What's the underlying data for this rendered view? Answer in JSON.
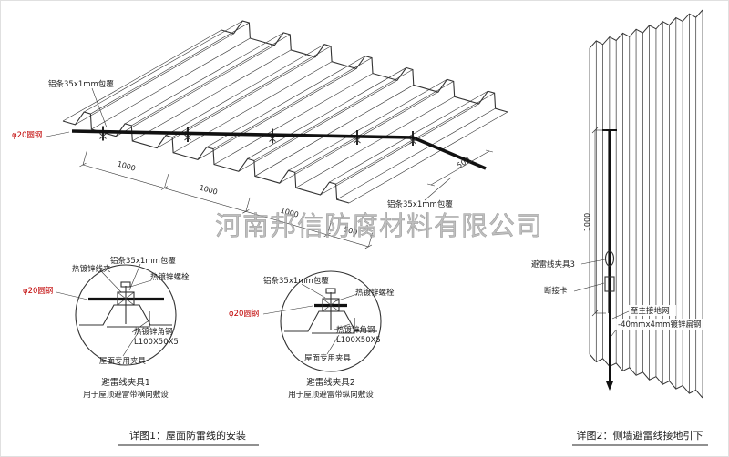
{
  "company_watermark": "河南邦信防腐材料有限公司",
  "figure1": {
    "caption": "详图1：屋面防雷线的安装",
    "labels": {
      "alu_strip_top": "铝条35x1mm包覆",
      "alu_strip_right": "铝条35x1mm包覆",
      "round_steel": "φ20圆钢"
    },
    "dimensions": {
      "d1": "1000",
      "d2": "1000",
      "d3": "1000",
      "d4": "500",
      "d_right": "500"
    }
  },
  "clamp_detail_1": {
    "title": "避雷线夹具1",
    "subtitle": "用于屋顶避雷带横向敷设",
    "labels": {
      "galv_wire_clip": "热镀锌线夹",
      "alu_strip": "铝条35x1mm包覆",
      "galv_bolt": "热镀锌螺栓",
      "round_steel": "φ20圆钢",
      "angle_steel": "热镀锌角钢",
      "angle_spec": "L100X50X5",
      "roof_clamp": "屋面专用夹具"
    }
  },
  "clamp_detail_2": {
    "title": "避雷线夹具2",
    "subtitle": "用于屋顶避雷带纵向敷设",
    "labels": {
      "alu_strip": "铝条35x1mm包覆",
      "galv_bolt": "热镀锌螺栓",
      "round_steel": "φ20圆钢",
      "angle_steel": "热镀锌角钢",
      "angle_spec": "L100X50X5",
      "roof_clamp": "屋面专用夹具"
    }
  },
  "figure2": {
    "caption": "详图2：侧墙避雷线接地引下",
    "dimensions": {
      "d1": "1000"
    },
    "labels": {
      "clamp3": "避雷线夹具3",
      "disconnect_link": "断接卡",
      "to_main_ground": "至主接地网",
      "flat_steel": "-40mmx4mm镀锌扁钢"
    }
  },
  "colors": {
    "line": "#333333",
    "accent_red": "#c00000",
    "watermark": "#aeaeae"
  }
}
